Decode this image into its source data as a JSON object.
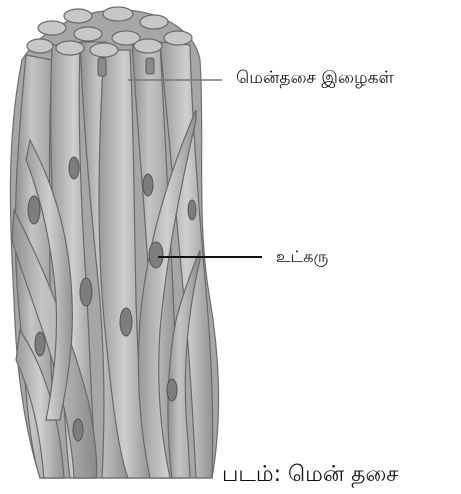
{
  "labels": {
    "muscle_fibres": "மென்தசை இழைகள்",
    "nucleus": "உட்கரு"
  },
  "caption": "படம்: மென் தசை"
}
